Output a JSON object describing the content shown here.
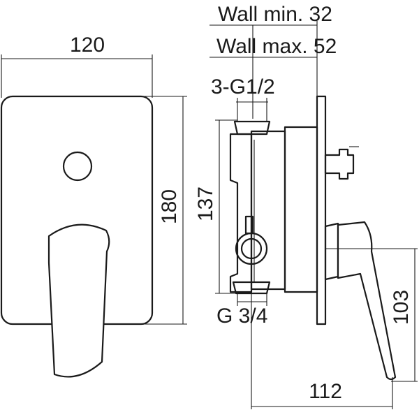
{
  "dimensions": {
    "width_plate": "120",
    "height_plate": "180",
    "wall_min": "Wall min. 32",
    "wall_max": "Wall max. 52",
    "thread_top": "3-G1/2",
    "body_height": "137",
    "thread_bottom": "G 3/4",
    "handle_height": "103",
    "depth": "112"
  }
}
